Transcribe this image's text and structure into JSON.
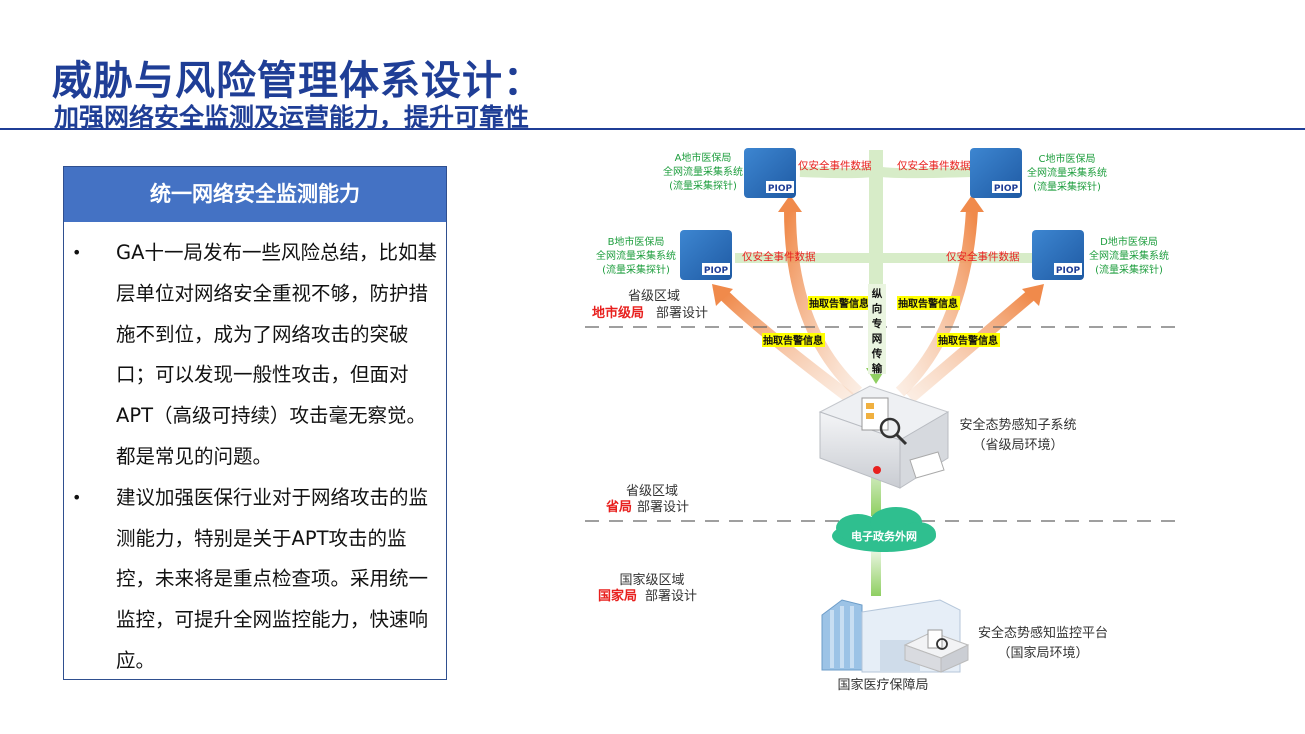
{
  "header": {
    "title": "威胁与风险管理体系设计：",
    "subtitle": "加强网络安全监测及运营能力，提升可靠性"
  },
  "panel": {
    "heading": "统一网络安全监测能力",
    "bullets": [
      "GA十一局发布一些风险总结，比如基层单位对网络安全重视不够，防护措施不到位，成为了网络攻击的突破口；可以发现一般性攻击，但面对APT（高级可持续）攻击毫无察觉。都是常见的问题。",
      "建议加强医保行业对于网络攻击的监测能力，特别是关于APT攻击的监控，未来将是重点检查项。采用统一监控，可提升全网监控能力，快速响应。"
    ],
    "bullet_symbol": "•"
  },
  "diagram": {
    "devices": [
      {
        "line1": "A地市医保局",
        "line2": "全网流量采集系统",
        "line3": "(流量采集探针)",
        "tag": "PIOP"
      },
      {
        "line1": "B地市医保局",
        "line2": "全网流量采集系统",
        "line3": "(流量采集探针)",
        "tag": "PIOP"
      },
      {
        "line1": "C地市医保局",
        "line2": "全网流量采集系统",
        "line3": "(流量采集探针)",
        "tag": "PIOP"
      },
      {
        "line1": "D地市医保局",
        "line2": "全网流量采集系统",
        "line3": "(流量采集探针)",
        "tag": "PIOP"
      }
    ],
    "event_label": "仅安全事件数据",
    "event_label_short": "仅安全事件数据",
    "alert_label": "抽取告警信息",
    "vertical_label": [
      "纵",
      "向",
      "专",
      "网",
      "传",
      "输"
    ],
    "zone_city": {
      "line1": "省级区域",
      "highlight": "地市级局",
      "suffix": "部署设计"
    },
    "zone_prov": {
      "line1": "省级区域",
      "highlight": "省局",
      "suffix": "部署设计"
    },
    "zone_nation": {
      "line1": "国家级区域",
      "highlight": "国家局",
      "suffix": "部署设计"
    },
    "server_sub": {
      "line1": "安全态势感知子系统",
      "line2": "（省级局环境）"
    },
    "cloud": "电子政务外网",
    "platform": {
      "line1": "安全态势感知监控平台",
      "line2": "（国家局环境）"
    },
    "building": "国家医疗保障局",
    "colors": {
      "title": "#1f3e96",
      "highlight": "#e8201e",
      "device_text": "#1e9e3e",
      "yellow": "#ffff00",
      "device_blue": "#2e6fb8"
    }
  }
}
